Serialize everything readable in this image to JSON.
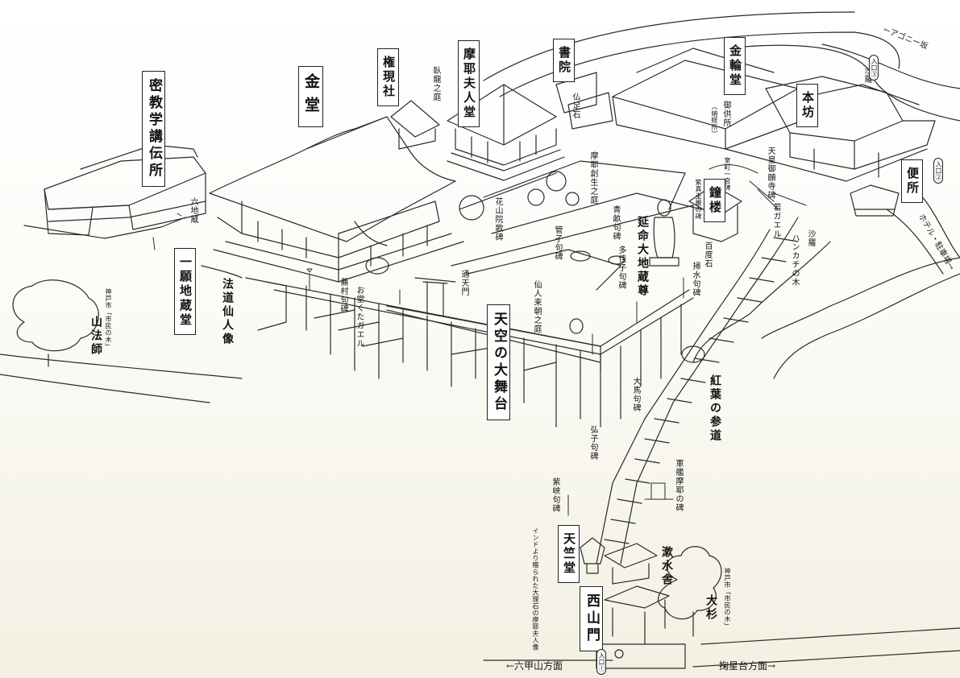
{
  "labels": {
    "shinkyo_gakko": "密教学講伝所",
    "kondo": "金堂",
    "gongensha": "権現社",
    "garyu_garden": "臥龍之庭",
    "mayabunin_do": "摩耶夫人堂",
    "shoin": "書院",
    "bussokuseki": "仏足石",
    "kinrin_do": "金輪堂",
    "gokuyosho": "御供所",
    "nokyosho": "（納経所）",
    "honbo": "本坊",
    "sara_top": "沙羅",
    "tenno_okoku": "天皇御願寺碑",
    "shinpo_ichinomiya": "室町一宮碑",
    "benjo": "便所",
    "shakyo_kosei_hi": "紫真圭巌の碑",
    "shoro": "鐘楼",
    "maya_sousei": "摩耶創生之庭",
    "kazan_in": "花山院歌碑",
    "rokujizo": "六地蔵",
    "wakagaeru": "若ガエル",
    "sara_mid": "沙羅",
    "hankachi": "ハンカチの木",
    "seishi_kuhi": "青畝句碑",
    "enmei_jizo": "延命大地蔵尊",
    "hyakudo_ishi": "百度石",
    "kinsui_kuhi": "掃水句碑",
    "tashiko_kuhi": "多佳子句碑",
    "kanshi_kuhi": "管子句碑",
    "ichiji_jizo": "一願地蔵堂",
    "hodo_sennin": "法道仙人像",
    "buson_kuhi": "蕪村句碑",
    "omokaeru": "お堂くたガエル",
    "tsutenmon": "通天門",
    "sennin_garden": "仙人来朝之庭",
    "tenku": "天空の大舞台",
    "yamabuki_tree_note": "神戸市「市民の木」",
    "yamabuki": "山法師",
    "momiji": "紅葉の参道",
    "daiba_kuhi": "大馬句碑",
    "koshi_kuhi": "弘子句碑",
    "gunkan_hi": "軍艦摩耶の碑",
    "shiyo_kuhi": "紫峡句碑",
    "india_note": "インドより贈られた大理石の摩耶夫人像",
    "tenjiku_do": "天竺堂",
    "chozusha": "漱水舎",
    "nishi_sanmon": "西山門",
    "osugi_note": "神戸市「市民の木」",
    "osugi": "大杉",
    "anii_zaka": "←アゴニー坂",
    "hotel_road": "ホテル・駐車場→",
    "rokko_dir": "←六甲山方面",
    "kikusei_dir": "掬星台方面→"
  },
  "entrances": {
    "e1": "入口①",
    "e2": "入口②",
    "e3": "入口③"
  }
}
